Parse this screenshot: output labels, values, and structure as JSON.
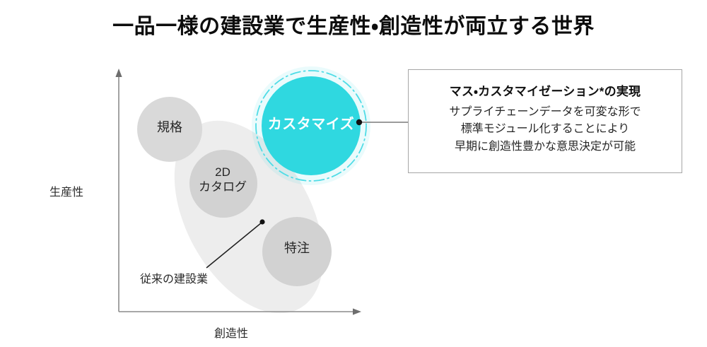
{
  "page": {
    "title": "一品一様の建設業で生産性・創造性が両立する世界"
  },
  "colors": {
    "accent_cyan": "#2FD8E0",
    "accent_ring": "#67DFEA",
    "bubble_gray": "#D9D9D9",
    "cluster_gray": "#EDEDED",
    "axis_gray": "#808080",
    "box_border": "#A6A6A6",
    "text_dark": "#1A1A1A",
    "text_white": "#FFFFFF"
  },
  "chart": {
    "y_axis_label": "生産性",
    "x_axis_label": "創造性",
    "annotation": "従来の建設業",
    "bubbles": [
      {
        "id": "kikaku",
        "label": "規格",
        "style": "gray"
      },
      {
        "id": "catalog",
        "label_line1": "2D",
        "label_line2": "カタログ",
        "style": "gray"
      },
      {
        "id": "tokuchu",
        "label": "特注",
        "style": "gray"
      },
      {
        "id": "customize",
        "label": "カスタマイズ",
        "style": "cyan-highlight"
      }
    ]
  },
  "callout": {
    "heading": "マス・カスタマイゼーション*の実現",
    "lines": [
      "サプライチェーンデータを可変な形で",
      "標準モジュール化することにより",
      "早期に創造性豊かな意思決定が可能"
    ]
  }
}
